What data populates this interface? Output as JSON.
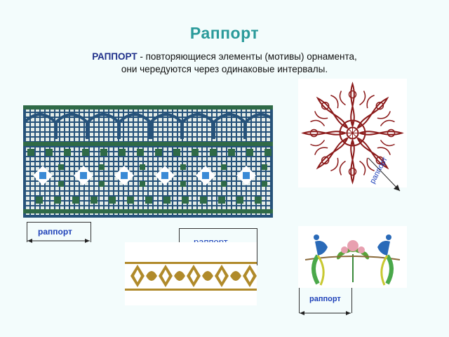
{
  "title": "Раппорт",
  "definition": {
    "term": "РАППОРТ",
    "dash_text": " - повторяющиеся элементы (мотивы) орнамента,",
    "line2": "они чередуются через одинаковые интервалы."
  },
  "labels": {
    "left": "раппорт",
    "middle": "раппорт",
    "right_bottom": "раппорт",
    "rotated": "раппорт"
  },
  "colors": {
    "title": "#2a9a9a",
    "label": "#1c3fb8",
    "mosaic_bg": "#26527a",
    "mosaic_green": "#2f6a47",
    "rosette": "#8b1a1a",
    "gold": "#b08a2a"
  }
}
